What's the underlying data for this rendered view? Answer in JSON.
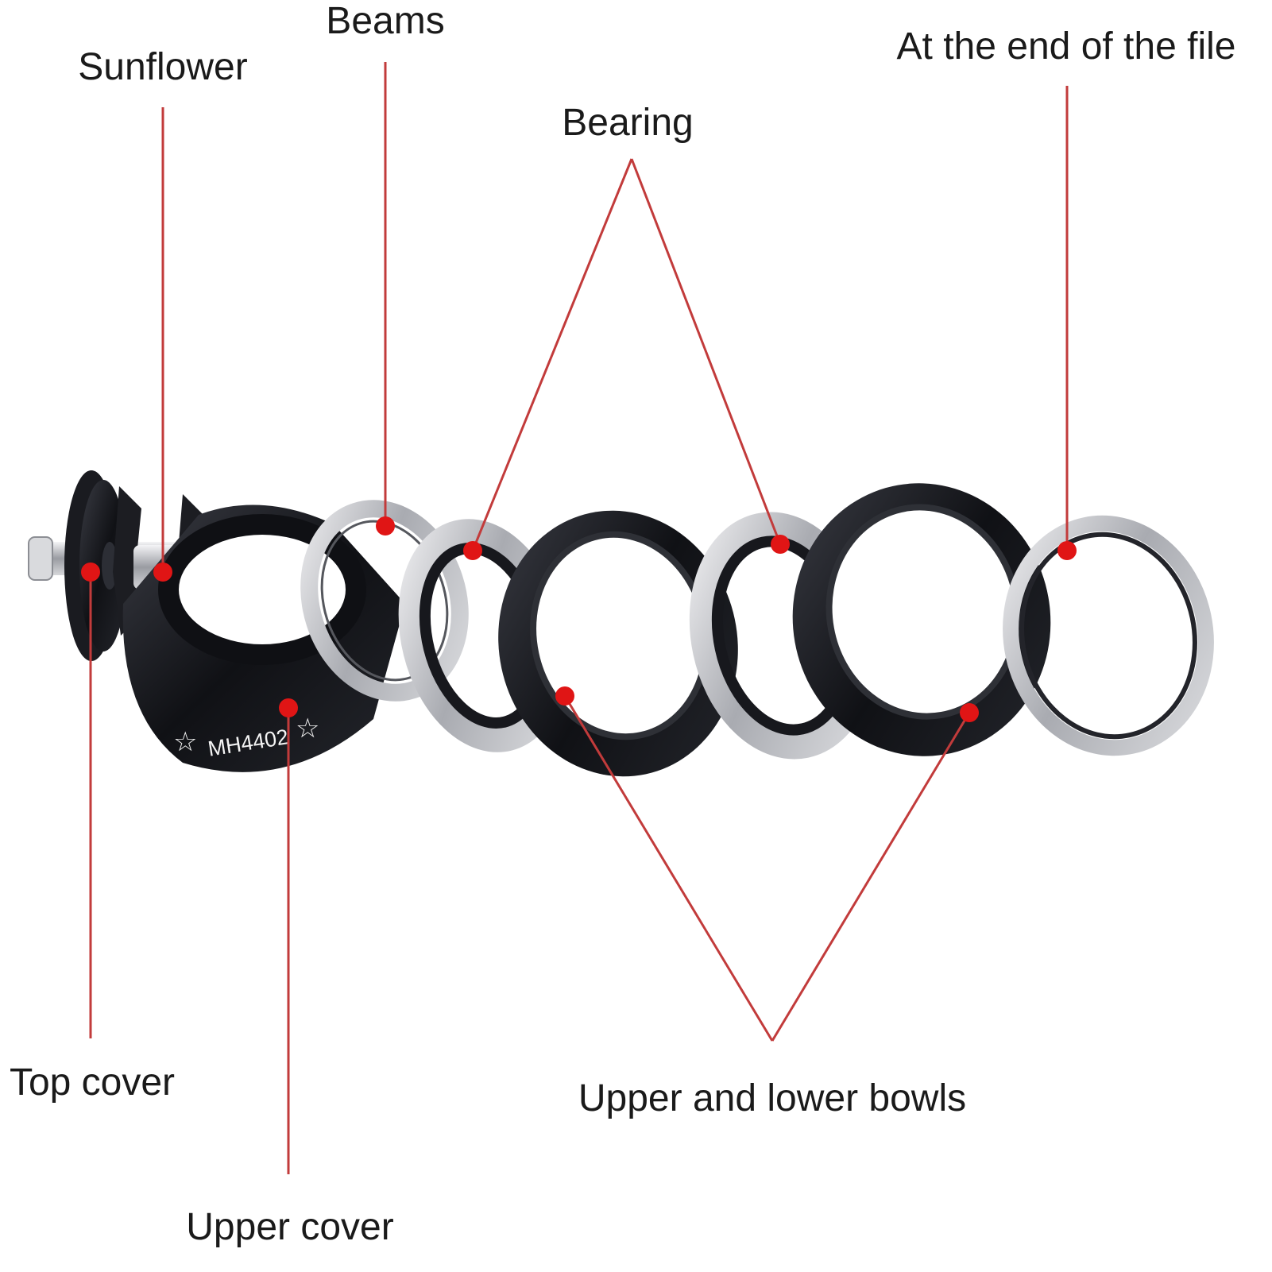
{
  "labels": {
    "sunflower": "Sunflower",
    "beams": "Beams",
    "bearing": "Bearing",
    "end_of_file": "At the end of the file",
    "top_cover": "Top cover",
    "upper_cover": "Upper cover",
    "bowls": "Upper and lower bowls"
  },
  "product": {
    "model_marking": "MH4402"
  },
  "colors": {
    "leader_line": "#c23b3b",
    "marker_dot": "#e01515",
    "part_black": "#141418",
    "part_silver": "#b9bbc0",
    "label_text": "#1a1a1a"
  }
}
